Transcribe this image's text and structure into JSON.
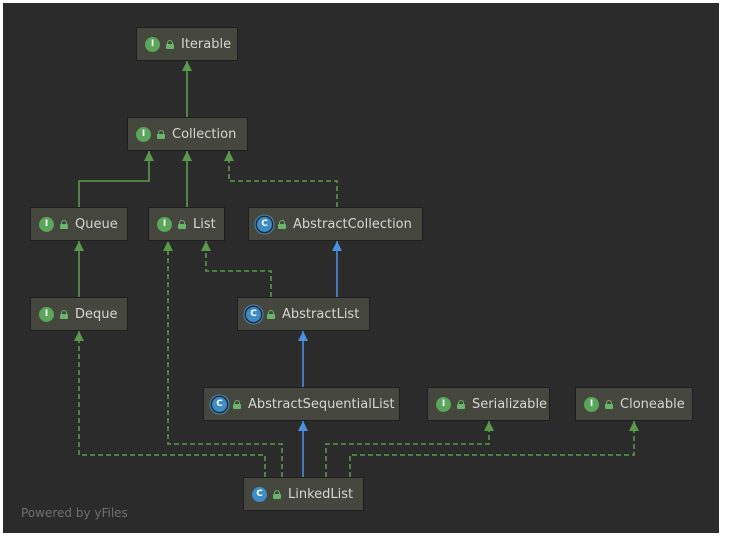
{
  "nodes": [
    {
      "id": "iterable",
      "label": "Iterable",
      "kind": "interface",
      "badge": "I"
    },
    {
      "id": "collection",
      "label": "Collection",
      "kind": "interface",
      "badge": "I"
    },
    {
      "id": "queue",
      "label": "Queue",
      "kind": "interface",
      "badge": "I"
    },
    {
      "id": "list",
      "label": "List",
      "kind": "interface",
      "badge": "I"
    },
    {
      "id": "abstract_collection",
      "label": "AbstractCollection",
      "kind": "abstract",
      "badge": "C"
    },
    {
      "id": "deque",
      "label": "Deque",
      "kind": "interface",
      "badge": "I"
    },
    {
      "id": "abstract_list",
      "label": "AbstractList",
      "kind": "abstract",
      "badge": "C"
    },
    {
      "id": "abstract_sequential_list",
      "label": "AbstractSequentialList",
      "kind": "abstract",
      "badge": "C"
    },
    {
      "id": "serializable",
      "label": "Serializable",
      "kind": "interface",
      "badge": "I"
    },
    {
      "id": "cloneable",
      "label": "Cloneable",
      "kind": "interface",
      "badge": "I"
    },
    {
      "id": "linked_list",
      "label": "LinkedList",
      "kind": "class",
      "badge": "C"
    }
  ],
  "edges": [
    {
      "from": "collection",
      "to": "iterable",
      "type": "extends-interface"
    },
    {
      "from": "queue",
      "to": "collection",
      "type": "extends-interface"
    },
    {
      "from": "list",
      "to": "collection",
      "type": "extends-interface"
    },
    {
      "from": "abstract_collection",
      "to": "collection",
      "type": "implements"
    },
    {
      "from": "deque",
      "to": "queue",
      "type": "extends-interface"
    },
    {
      "from": "abstract_list",
      "to": "list",
      "type": "implements"
    },
    {
      "from": "abstract_list",
      "to": "abstract_collection",
      "type": "extends-class"
    },
    {
      "from": "abstract_sequential_list",
      "to": "abstract_list",
      "type": "extends-class"
    },
    {
      "from": "linked_list",
      "to": "abstract_sequential_list",
      "type": "extends-class"
    },
    {
      "from": "linked_list",
      "to": "deque",
      "type": "implements"
    },
    {
      "from": "linked_list",
      "to": "list",
      "type": "implements"
    },
    {
      "from": "linked_list",
      "to": "serializable",
      "type": "implements"
    },
    {
      "from": "linked_list",
      "to": "cloneable",
      "type": "implements"
    }
  ],
  "colors": {
    "background": "#2b2b2b",
    "node_fill": "#45463d",
    "interface_edge": "#5a9a4a",
    "class_edge": "#4a8fe0",
    "interface_badge": "#5aa65a",
    "class_badge": "#3d8cc7"
  },
  "footer": "Powered by yFiles"
}
